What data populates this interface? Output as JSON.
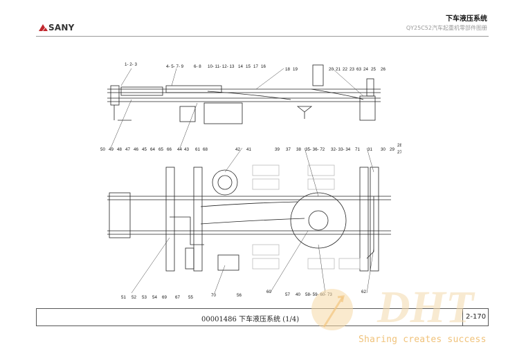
{
  "header": {
    "brand": "SANY",
    "title": "下车液压系统",
    "subtitle": "QY25C52汽车起重机零部件图册"
  },
  "drawing": {
    "top_labels": [
      "1- 2- 3",
      "4- 5- 7- 9",
      "6- 8",
      "10- 11- 12- 13",
      "14",
      "15",
      "17",
      "16",
      "18",
      "19",
      "20",
      "21",
      "22",
      "23",
      "63",
      "24",
      "25",
      "26"
    ],
    "mid_left_labels": [
      "50",
      "49",
      "48",
      "47",
      "46",
      "45",
      "64",
      "65",
      "66"
    ],
    "mid_upper_labels": [
      "44",
      "43",
      "61",
      "68",
      "42",
      "41",
      "39",
      "37",
      "38",
      "35- 36- 72",
      "32- 33- 34",
      "71",
      "31",
      "30",
      "29",
      "28",
      "27"
    ],
    "bottom_labels": [
      "51",
      "52",
      "53",
      "54",
      "69",
      "67",
      "55",
      "70",
      "56",
      "60",
      "57",
      "40",
      "58- 59- 60- 73",
      "62"
    ]
  },
  "footer": {
    "caption": "00001486  下车液压系统  (1/4)",
    "page": "2-170"
  },
  "watermark": {
    "logo_text": "DHT",
    "tagline": "Sharing creates success",
    "color": "#f0c27a"
  }
}
